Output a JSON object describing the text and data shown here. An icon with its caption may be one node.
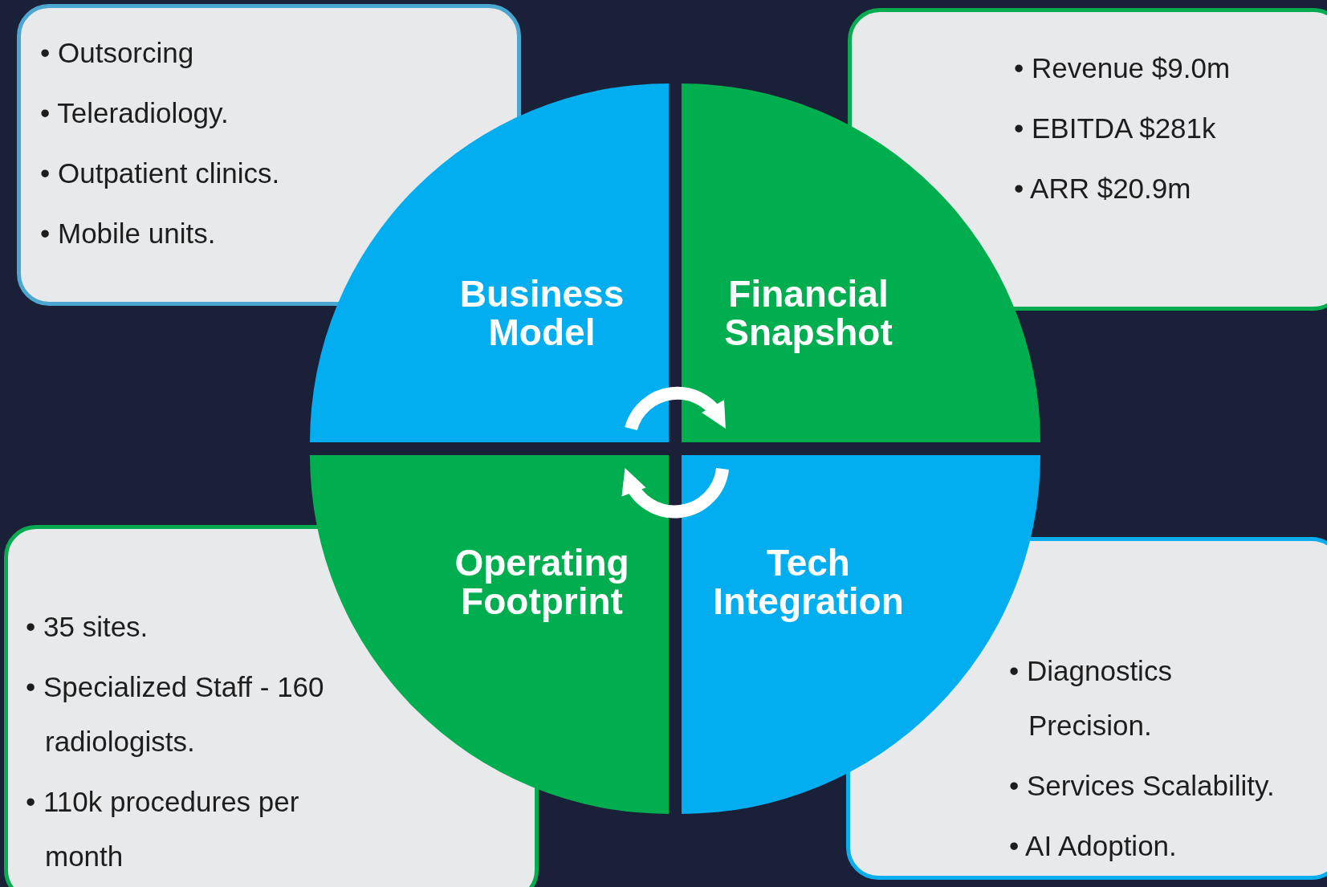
{
  "diagram": {
    "nodes": [
      {
        "text": [
          "• Outsorcing",
          "• Teleradiology.",
          "• Outpatient clinics.",
          "• Mobile units."
        ]
      },
      {
        "text": [
          "• Revenue $9.0m",
          "• EBITDA $281k",
          "• ARR $20.9m"
        ]
      },
      {
        "text": [
          "• 35 sites.",
          "• Specialized Staff - 160 radiologists.",
          "• 110k procedures per month"
        ]
      },
      {
        "text": [
          "• Diagnostics Precision.",
          "• Services Scalability.",
          "• AI Adoption."
        ]
      },
      {
        "text": [
          "Business Model"
        ]
      },
      {
        "text": [
          "Financial Snapshot"
        ]
      },
      {
        "text": [
          "Operating Footprint"
        ]
      },
      {
        "text": [
          "Tech Integration"
        ]
      }
    ],
    "edges": [
      {
        "from": 4,
        "to": 5,
        "arrow": "to"
      },
      {
        "from": 7,
        "to": 6,
        "arrow": "to"
      }
    ]
  }
}
